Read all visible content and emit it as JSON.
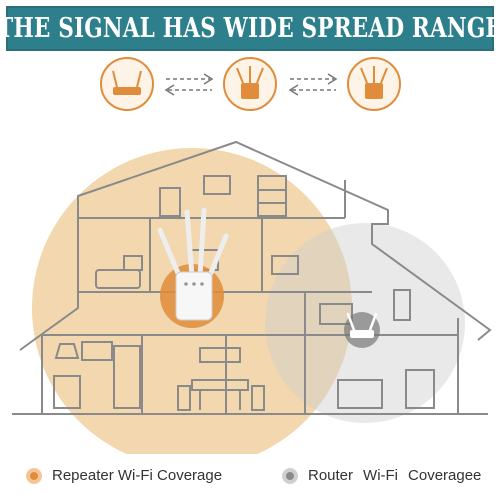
{
  "banner": {
    "title": "THE SIGNAL HAS WIDE SPREAD RANGE"
  },
  "flow": {
    "icons": [
      "router-icon",
      "repeater-icon",
      "repeater-icon"
    ]
  },
  "colors": {
    "banner_bg": "#2e7f8c",
    "repeater_coverage": "#e8b76e",
    "router_coverage": "#c8c8c8",
    "accent_orange": "#e08c3a",
    "house_line": "#8a8a8a"
  },
  "legend": {
    "repeater_label": "Repeater Wi-Fi Coverage",
    "router_word1": "Router",
    "router_word2": "Wi-Fi",
    "router_word3": "Coveragee"
  }
}
